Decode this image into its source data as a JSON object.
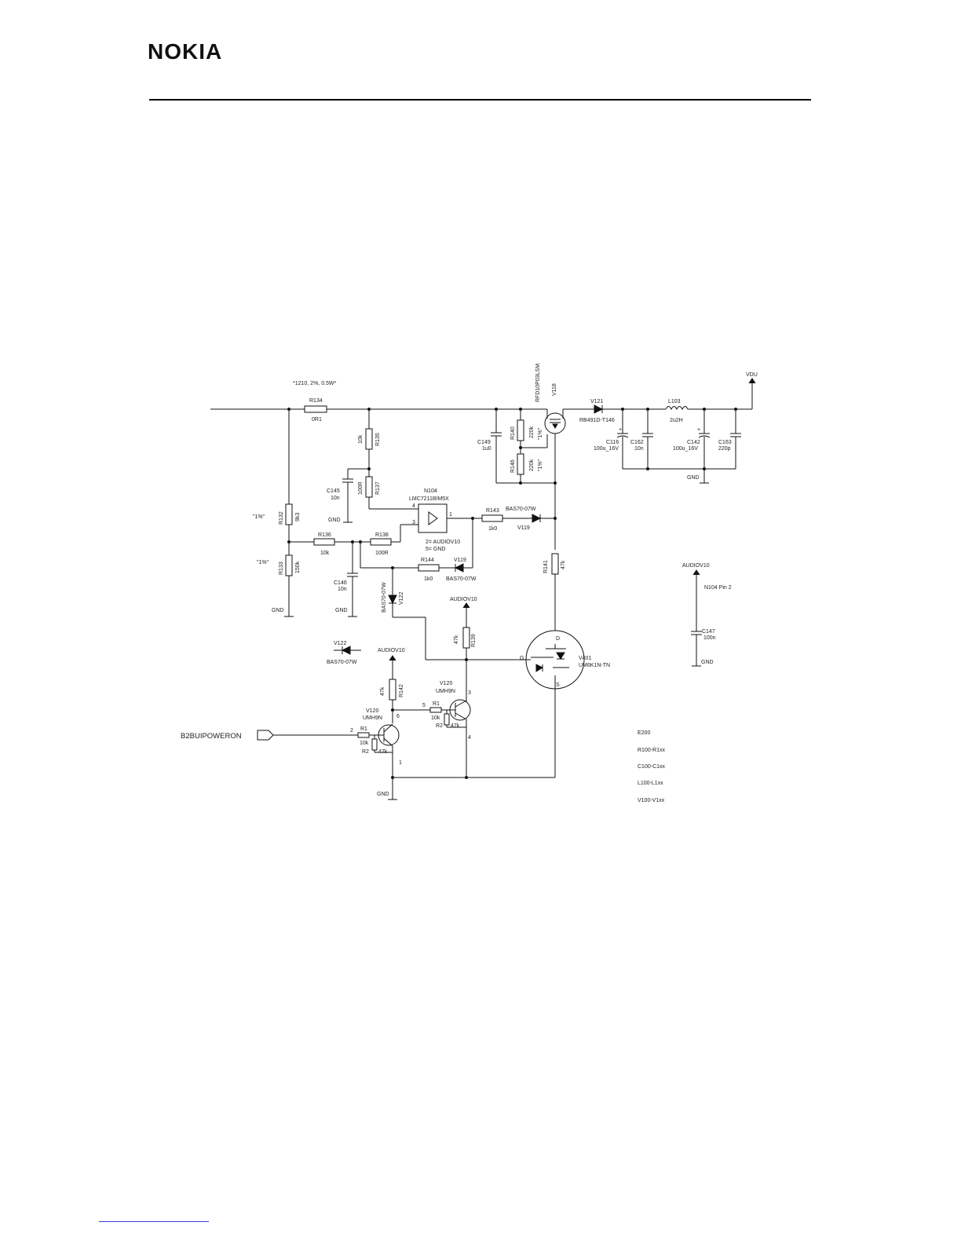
{
  "header": {
    "logo": "NOKIA"
  },
  "schematic": {
    "notes": {
      "r134_spec": "*1210, 2%, 0.5W*",
      "pct_r132": "\"1%\"",
      "pct_r133": "\"1%\"",
      "pct_r140": "\"1%\"",
      "pct_r146": "\"1%\"",
      "n104_supply": "2= AUDIOV10",
      "n104_gnd": "5= GND"
    },
    "nets": {
      "vdu": "VDU",
      "gnd": "GND",
      "audiov10": "AUDIOV10",
      "b2buipoweron": "B2BUIPOWERON",
      "n104_pin2": "N104 Pin 2"
    },
    "components": {
      "R134": {
        "ref": "R134",
        "value": "0R1"
      },
      "R135": {
        "ref": "R135",
        "value": "10k"
      },
      "R137": {
        "ref": "R137",
        "value": "100R"
      },
      "R132": {
        "ref": "R132",
        "value": "9k3"
      },
      "R133": {
        "ref": "R133",
        "value": "150k"
      },
      "R136": {
        "ref": "R136",
        "value": "10k"
      },
      "R138": {
        "ref": "R138",
        "value": "100R"
      },
      "R144": {
        "ref": "R144",
        "value": "1k0"
      },
      "R143": {
        "ref": "R143",
        "value": "1k0"
      },
      "R140": {
        "ref": "R140",
        "value": "220k"
      },
      "R146": {
        "ref": "R146",
        "value": "220k"
      },
      "R141": {
        "ref": "R141",
        "value": "47k"
      },
      "R139": {
        "ref": "R139",
        "value": "47k"
      },
      "R142": {
        "ref": "R142",
        "value": "47k"
      },
      "C145": {
        "ref": "C145",
        "value": "10n"
      },
      "C146": {
        "ref": "C146",
        "value": "10n"
      },
      "C149": {
        "ref": "C149",
        "value": "1u0"
      },
      "C116": {
        "ref": "C116",
        "value": "100u_16V"
      },
      "C162": {
        "ref": "C162",
        "value": "10n"
      },
      "C142": {
        "ref": "C142",
        "value": "100u_16V"
      },
      "C163": {
        "ref": "C163",
        "value": "220p"
      },
      "C147": {
        "ref": "C147",
        "value": "100n"
      },
      "L103": {
        "ref": "L103",
        "value": "2u2H"
      },
      "N104": {
        "ref": "N104",
        "value": "LMC7211BIM5X"
      },
      "V118": {
        "ref": "V118",
        "value": "RFD10P03LSM"
      },
      "V121": {
        "ref": "V121",
        "value": "RB491D-T146"
      },
      "V119a": {
        "ref": "V119",
        "value": "BAS70-07W"
      },
      "V119b": {
        "ref": "V119",
        "value": "BAS70-07W"
      },
      "V122": {
        "ref": "V122",
        "value": "BAS70-07W"
      },
      "V122b": {
        "ref": "V122",
        "value": "BAS70-07W"
      },
      "V401": {
        "ref": "V401",
        "value": "UM6K1N-TN"
      },
      "V120a": {
        "ref": "V120",
        "value": "UMH9N"
      },
      "V120b": {
        "ref": "V120",
        "value": "UMH9N"
      }
    },
    "pins": {
      "n104_4": "4",
      "n104_3": "3",
      "n104_1": "1",
      "v401_d": "D",
      "v401_g": "G",
      "v401_s": "S",
      "v120a_2": "2",
      "v120a_6": "6",
      "v120a_1": "1",
      "v120b_5": "5",
      "v120b_3": "3",
      "v120b_4": "4",
      "r1": "R1",
      "r2": "R2",
      "k10": "10k",
      "k47": "47k"
    },
    "legend": [
      "E200",
      "R100-R1xx",
      "C100-C1xx",
      "L100-L1xx",
      "V100-V1xx"
    ]
  }
}
